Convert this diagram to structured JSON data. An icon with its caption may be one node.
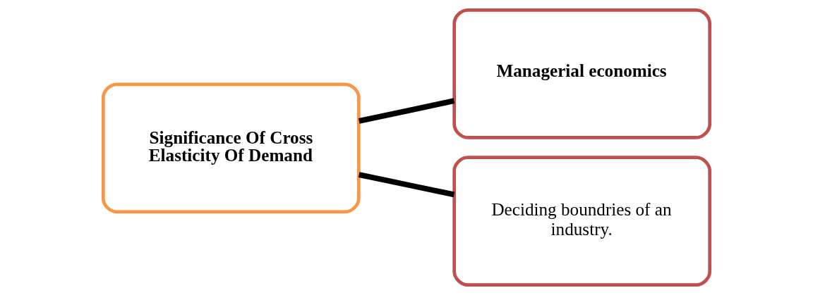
{
  "diagram": {
    "nodes": [
      {
        "text": [
          "Significance Of Cross Elasticity Of Demand"
        ]
      },
      {
        "text": [
          "Managerial economics"
        ]
      },
      {
        "text": [
          "Deciding boundries of an industry."
        ]
      }
    ],
    "edges": [
      {
        "from": 0,
        "to": 1,
        "arrow": "none"
      },
      {
        "from": 0,
        "to": 2,
        "arrow": "none"
      }
    ]
  }
}
